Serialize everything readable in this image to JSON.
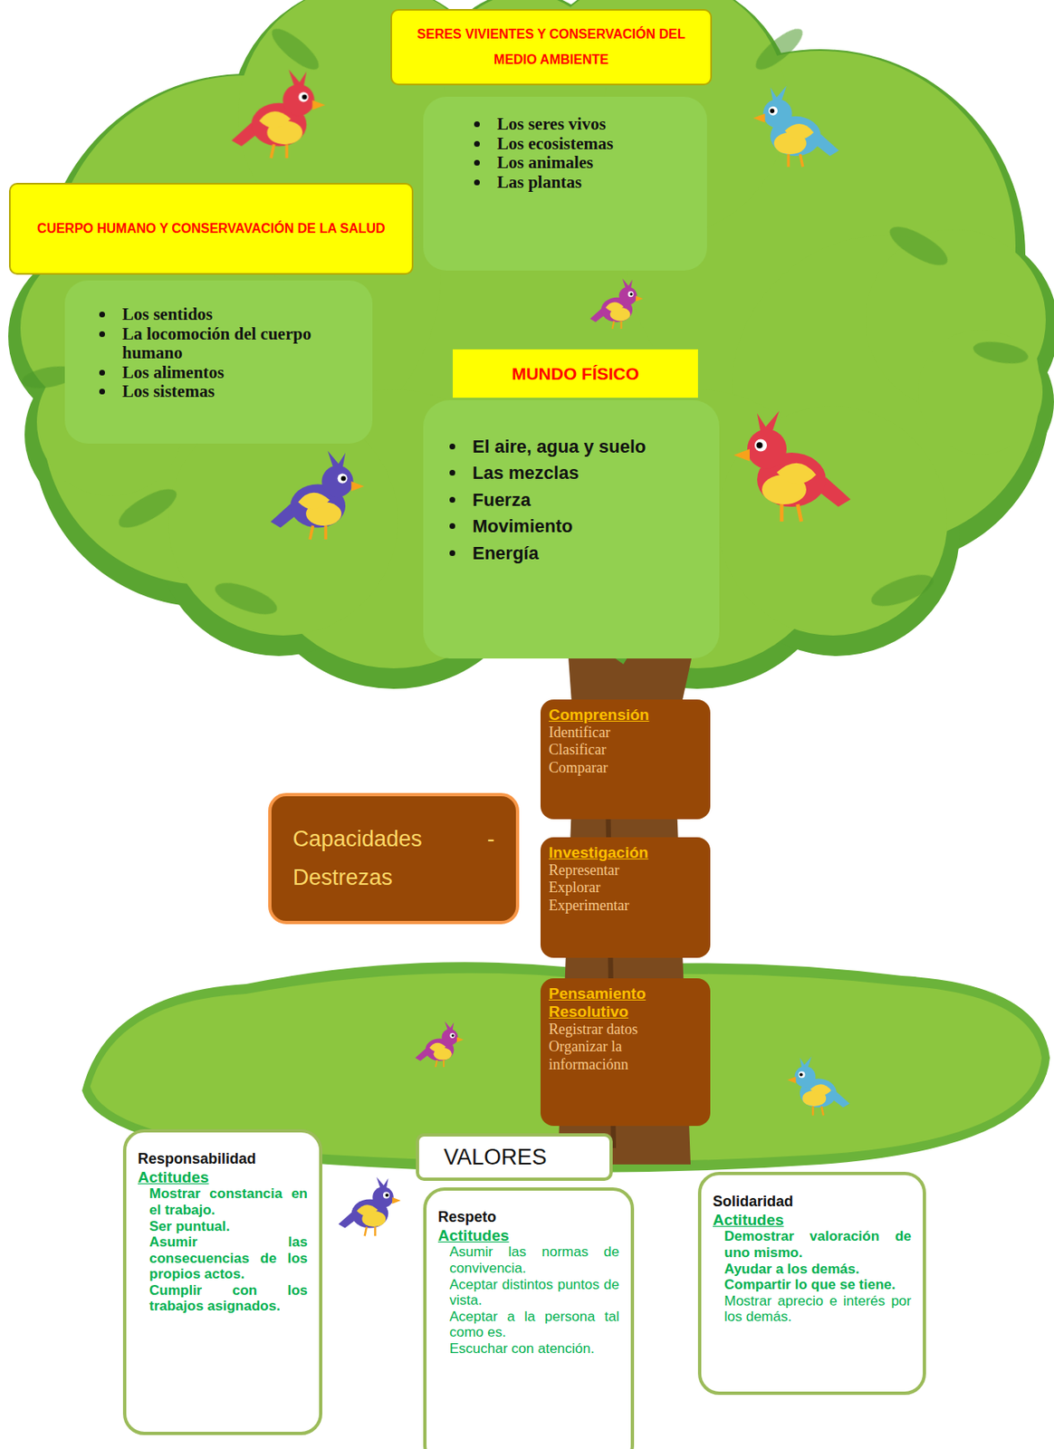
{
  "diagram": {
    "nodes": [
      {
        "text": [
          "SERES VIVIENTES Y CONSERVACIÓN DEL MEDIO AMBIENTE"
        ]
      },
      {
        "text": [
          "Los seres vivos",
          "Los ecosistemas",
          "Los animales",
          "Las plantas"
        ]
      },
      {
        "text": [
          "CUERPO HUMANO Y CONSERVAVACIÓN DE LA SALUD"
        ]
      },
      {
        "text": [
          "Los sentidos",
          "La locomoción del cuerpo humano",
          "Los alimentos",
          "Los sistemas"
        ]
      },
      {
        "text": [
          "MUNDO FÍSICO"
        ]
      },
      {
        "text": [
          "El aire, agua y suelo",
          "Las mezclas",
          "Fuerza",
          "Movimiento",
          "Energía"
        ]
      },
      {
        "text": [
          "Comprensión",
          "Identificar",
          "Clasificar",
          "Comparar"
        ]
      },
      {
        "text": [
          "Capacidades - Destrezas"
        ]
      },
      {
        "text": [
          "Investigación",
          "Representar",
          "Explorar",
          "Experimentar"
        ]
      },
      {
        "text": [
          "Pensamiento Resolutivo",
          "Registrar datos",
          "Organizar la informaciónn"
        ]
      },
      {
        "text": [
          "Responsabilidad",
          "Actitudes",
          "Mostrar constancia en el trabajo.",
          "Ser puntual.",
          "Asumir las consecuencias de los propios actos.",
          "Cumplir con los trabajos asignados."
        ]
      },
      {
        "text": [
          "VALORES"
        ]
      },
      {
        "text": [
          "Respeto",
          "Actitudes",
          "Asumir las normas de convivencia.",
          "Aceptar distintos puntos de vista.",
          "Aceptar a la persona tal como es.",
          "Escuchar con atención."
        ]
      },
      {
        "text": [
          "Solidaridad",
          "Actitudes",
          "Demostrar valoración de uno mismo.",
          "Ayudar a los demás.",
          "Compartir lo que se tiene.",
          "Mostrar aprecio e interés por los demás."
        ]
      }
    ]
  }
}
